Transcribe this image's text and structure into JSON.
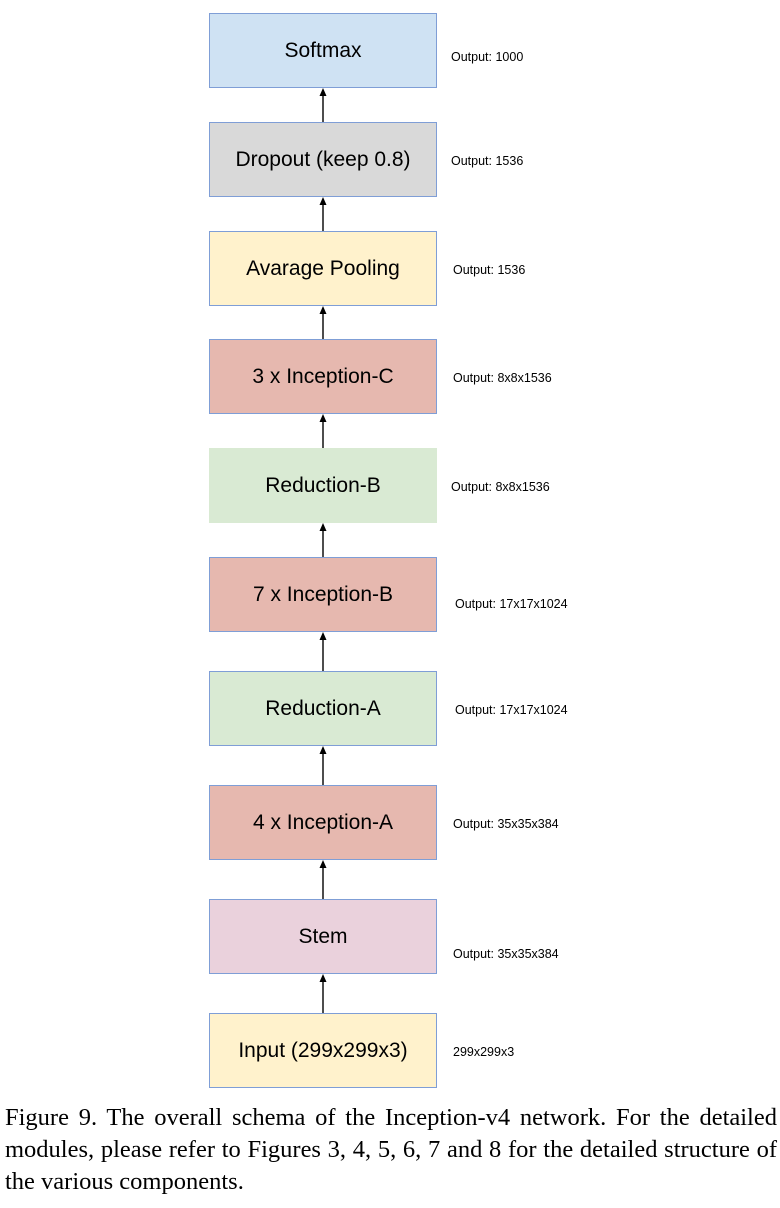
{
  "diagram": {
    "blocks": [
      {
        "label": "Softmax",
        "output": "Output: 1000",
        "fill": "#cfe2f3"
      },
      {
        "label": "Dropout (keep 0.8)",
        "output": "Output: 1536",
        "fill": "#d9d9d9"
      },
      {
        "label": "Avarage Pooling",
        "output": "Output: 1536",
        "fill": "#fff2cc"
      },
      {
        "label": "3 x Inception-C",
        "output": "Output: 8x8x1536",
        "fill": "#e6b8af"
      },
      {
        "label": "Reduction-B",
        "output": "Output: 8x8x1536",
        "fill": "#d9ead3"
      },
      {
        "label": "7 x Inception-B",
        "output": "Output: 17x17x1024",
        "fill": "#e6b8af"
      },
      {
        "label": "Reduction-A",
        "output": "Output: 17x17x1024",
        "fill": "#d9ead3"
      },
      {
        "label": "4 x Inception-A",
        "output": "Output: 35x35x384",
        "fill": "#e6b8af"
      },
      {
        "label": "Stem",
        "output": "Output: 35x35x384",
        "fill": "#ead1dc"
      },
      {
        "label": "Input (299x299x3)",
        "output": "299x299x3",
        "fill": "#fff2cc"
      }
    ],
    "box_border_color": "#7f9ed6",
    "arrow_color": "#000000"
  },
  "caption": "Figure 9. The overall schema of the Inception-v4 network. For the detailed modules, please refer to Figures 3, 4, 5, 6, 7 and 8 for the detailed structure of the various components."
}
